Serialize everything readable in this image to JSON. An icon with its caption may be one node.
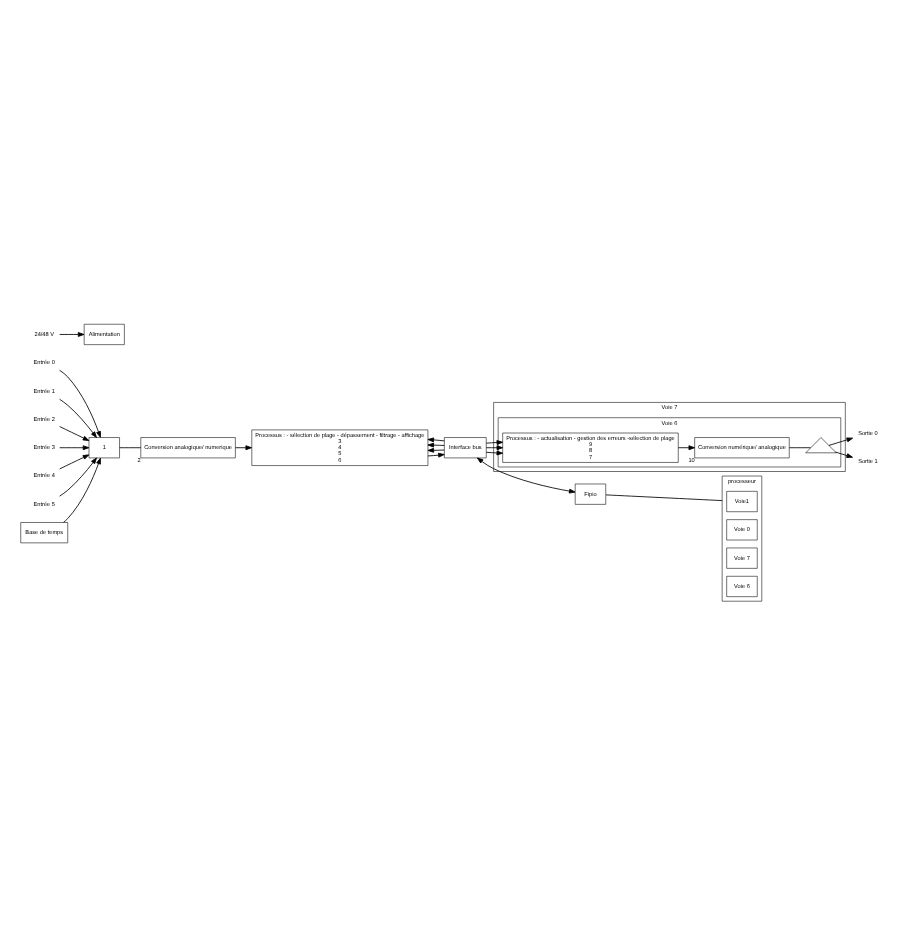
{
  "diagram": {
    "nodes": [
      {
        "text": [
          "Entrée 0"
        ]
      },
      {
        "text": [
          "Entrée 1"
        ]
      },
      {
        "text": [
          "Entrée 2"
        ]
      },
      {
        "text": [
          "Entrée 3"
        ]
      },
      {
        "text": [
          "Entrée 4"
        ]
      },
      {
        "text": [
          "Entrée 5"
        ]
      },
      {
        "text": [
          "1"
        ]
      },
      {
        "text": [
          "Conversion analogique/ numerique"
        ],
        "beside": [
          "2"
        ]
      },
      {
        "text": [
          "Processus : - sélection de plage - dépassement - filtrage - affichage",
          "3",
          "4",
          "5",
          "6"
        ]
      },
      {
        "text": [
          "Base de temps"
        ]
      },
      {
        "text": [
          "Interface bus"
        ]
      },
      {
        "text": [
          "processeur"
        ]
      },
      {
        "text": [
          "Voie1"
        ],
        "in": 11
      },
      {
        "text": [
          "Voie 0"
        ],
        "in": 11
      },
      {
        "text": [
          "Voie 7"
        ],
        "in": 11
      },
      {
        "text": [
          "Voie 6"
        ],
        "in": 11
      },
      {
        "text": [
          "Fipio"
        ]
      },
      {
        "text": [
          "Voie 7"
        ]
      },
      {
        "text": [
          "Voie 6"
        ],
        "in": 17
      },
      {
        "text": [],
        "shape": "triangle",
        "in": 18
      },
      {
        "text": [
          "Conversion numérique/ analogique"
        ],
        "beside": [
          "10"
        ],
        "in": 18
      },
      {
        "text": [
          "Processus : - actualisation - gestion des erreurs -sélection de plage",
          "9",
          "8",
          "7"
        ],
        "in": 18
      },
      {
        "text": [
          "Sortie 0"
        ]
      },
      {
        "text": [
          "Sortie 1"
        ]
      },
      {
        "text": [
          "24/48 V"
        ]
      },
      {
        "text": [
          "Alimentation"
        ]
      }
    ],
    "edges": [
      {
        "from": 0,
        "to": 6,
        "arrow": "to"
      },
      {
        "from": 1,
        "to": 6,
        "arrow": "to"
      },
      {
        "from": 2,
        "to": 6,
        "arrow": "to"
      },
      {
        "from": 3,
        "to": 6,
        "arrow": "to"
      },
      {
        "from": 4,
        "to": 6,
        "arrow": "to"
      },
      {
        "from": 5,
        "to": 6,
        "arrow": "to"
      },
      {
        "from": 9,
        "to": 6,
        "arrow": "to"
      },
      {
        "from": 6,
        "to": 7,
        "arrow": "none"
      },
      {
        "from": 7,
        "to": 8,
        "arrow": "to"
      },
      {
        "from": 8,
        "to": 10,
        "arrow": "to"
      },
      {
        "from": 10,
        "to": 8,
        "arrow": "to"
      },
      {
        "from": 10,
        "to": 8,
        "arrow": "to"
      },
      {
        "from": 10,
        "to": 8,
        "arrow": "to"
      },
      {
        "from": 10,
        "to": 16,
        "arrow": "both"
      },
      {
        "from": 16,
        "to": 11,
        "arrow": "none"
      },
      {
        "from": 10,
        "to": 21,
        "arrow": "to"
      },
      {
        "from": 10,
        "to": 21,
        "arrow": "to"
      },
      {
        "from": 10,
        "to": 21,
        "arrow": "to"
      },
      {
        "from": 21,
        "to": 20,
        "arrow": "to"
      },
      {
        "from": 20,
        "to": 19,
        "arrow": "none"
      },
      {
        "from": 19,
        "to": 22,
        "arrow": "to"
      },
      {
        "from": 19,
        "to": 23,
        "arrow": "to"
      },
      {
        "from": 24,
        "to": 25,
        "arrow": "to"
      }
    ]
  }
}
